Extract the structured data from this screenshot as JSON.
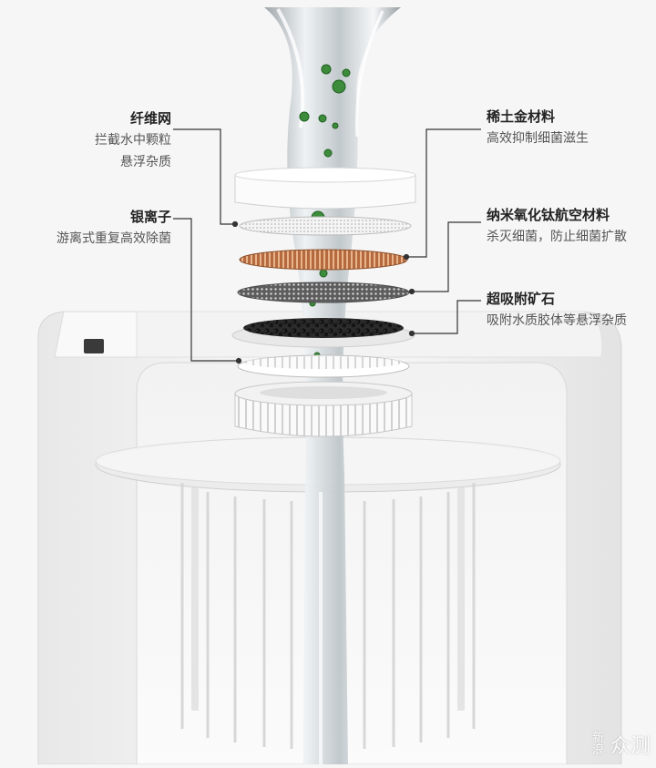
{
  "labels": {
    "fiber_mesh": {
      "title": "纤维网",
      "lines": [
        "拦截水中颗粒",
        "悬浮杂质"
      ]
    },
    "silver_ion": {
      "title": "银离子",
      "lines": [
        "游离式重复高效除菌"
      ]
    },
    "rare_earth": {
      "title": "稀土金材料",
      "lines": [
        "高效抑制细菌滋生"
      ]
    },
    "nano_titanium": {
      "title": "纳米氧化钛航空材料",
      "lines": [
        "杀灭细菌，防止细菌扩散"
      ]
    },
    "super_adsorb": {
      "title": "超吸附矿石",
      "lines": [
        "吸附水质胶体等悬浮杂质"
      ]
    }
  },
  "watermark": {
    "line1": "新",
    "line2": "浪",
    "text": "众测"
  },
  "colors": {
    "background": "#f6f6f6",
    "leader_line": "#333333",
    "copper_layer": "#b46a3e",
    "mineral_layer": "#1e1e1e",
    "bacteria": "#3c8c3c"
  }
}
